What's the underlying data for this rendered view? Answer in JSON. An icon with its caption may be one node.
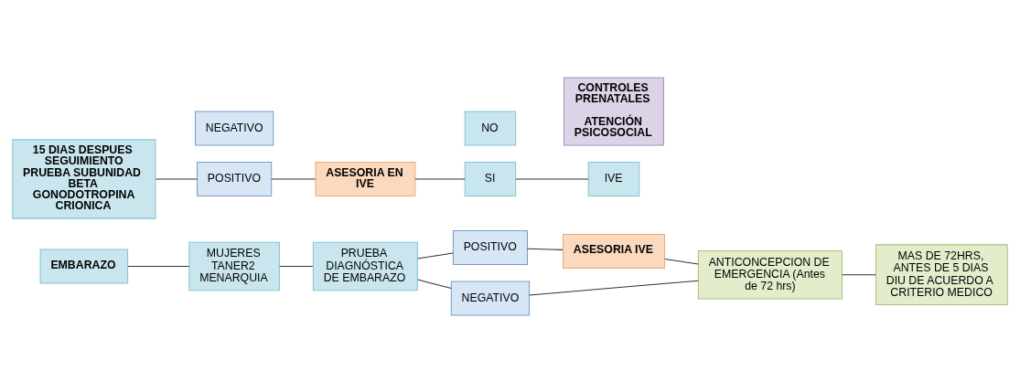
{
  "diagram": {
    "nodes": [
      {
        "text": [
          "EMBARAZO"
        ]
      },
      {
        "text": [
          "MUJERES TANER2 MENARQUIA"
        ]
      },
      {
        "text": [
          "PRUEBA DIAGNÓSTICA DE EMBARAZO"
        ]
      },
      {
        "text": [
          "POSITIVO"
        ]
      },
      {
        "text": [
          "NEGATIVO"
        ]
      },
      {
        "text": [
          "ASESORIA IVE"
        ]
      },
      {
        "text": [
          "ANTICONCEPCION DE EMERGENCIA (Antes de 72 hrs)"
        ]
      },
      {
        "text": [
          "MAS DE 72HRS, ANTES DE 5 DIAS DIU DE ACUERDO A CRITERIO MEDICO"
        ]
      },
      {
        "text": [
          "15 DIAS DESPUES SEGUIMIENTO PRUEBA SUBUNIDAD BETA GONODOTROPINA CRIONICA"
        ]
      },
      {
        "text": [
          "POSITIVO"
        ]
      },
      {
        "text": [
          "NEGATIVO"
        ]
      },
      {
        "text": [
          "ASESORIA EN IVE"
        ]
      },
      {
        "text": [
          "SI"
        ]
      },
      {
        "text": [
          "NO"
        ]
      },
      {
        "text": [
          "IVE"
        ]
      },
      {
        "text": [
          "CONTROLES PRENATALES",
          "ATENCIÓN PSICOSOCIAL"
        ]
      }
    ],
    "edges": [
      {
        "from": 0,
        "to": 1,
        "arrow": "none"
      },
      {
        "from": 1,
        "to": 2,
        "arrow": "none"
      },
      {
        "from": 2,
        "to": 3,
        "arrow": "none"
      },
      {
        "from": 2,
        "to": 4,
        "arrow": "none"
      },
      {
        "from": 3,
        "to": 5,
        "arrow": "none"
      },
      {
        "from": 4,
        "to": 6,
        "arrow": "none"
      },
      {
        "from": 5,
        "to": 6,
        "arrow": "none"
      },
      {
        "from": 6,
        "to": 7,
        "arrow": "none"
      },
      {
        "from": 8,
        "to": 9,
        "arrow": "none"
      },
      {
        "from": 9,
        "to": 11,
        "arrow": "none"
      },
      {
        "from": 11,
        "to": 12,
        "arrow": "none"
      },
      {
        "from": 12,
        "to": 14,
        "arrow": "none"
      }
    ]
  }
}
